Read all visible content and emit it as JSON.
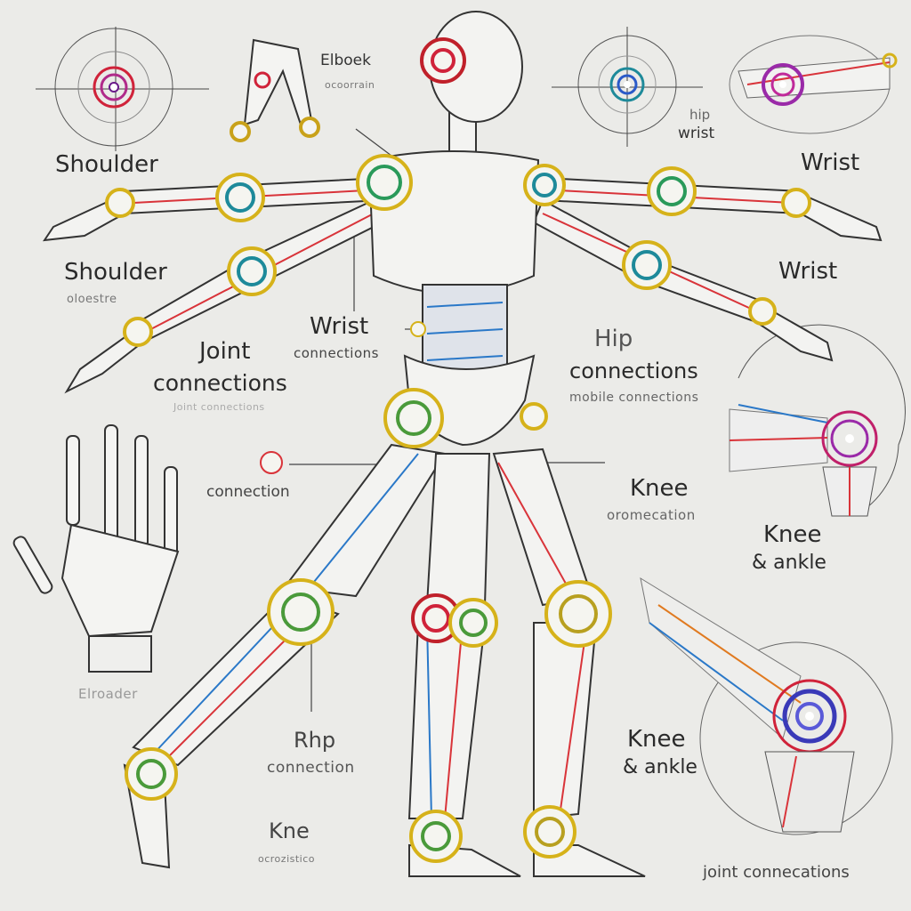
{
  "colors": {
    "background": "#ebebe8",
    "joint_yellow": "#d6b21a",
    "joint_green": "#4a9a3a",
    "joint_teal": "#1e8a9a",
    "joint_red": "#d0233a",
    "joint_purple": "#9a2aa8",
    "wire_red": "#d9343a",
    "wire_blue": "#2a78c8"
  },
  "labels": {
    "elbow_top": "Elboek",
    "elbow_top_sub": "ocoorrain",
    "shoulder_1": "Shoulder",
    "shoulder_2": "Shoulder",
    "shoulder_2_sub": "oloestre",
    "hip_top": "hip",
    "wrist_top": "wrist",
    "wrist_1": "Wrist",
    "wrist_2": "Wrist",
    "wrist_mid": "Wrist",
    "wrist_mid_sub": "connections",
    "joint_title": "Joint",
    "joint_sub": "connections",
    "joint_sub_small": "Joint connections",
    "hip_mid": "Hip",
    "hip_mid_sub": "connections",
    "hip_mid_small": "mobile connections",
    "connection_left": "connection",
    "knee_1": "Knee",
    "knee_1_sub": "oromecation",
    "knee_ankle_1": "Knee",
    "knee_ankle_1_sub": "& ankle",
    "hand_caption": "Elroader",
    "rhp": "Rhp",
    "rhp_sub": "connection",
    "kne": "Kne",
    "kne_sub": "ocrozistico",
    "knee_ankle_2": "Knee",
    "knee_ankle_2_sub": "& ankle",
    "joint_footer": "joint connecations"
  }
}
